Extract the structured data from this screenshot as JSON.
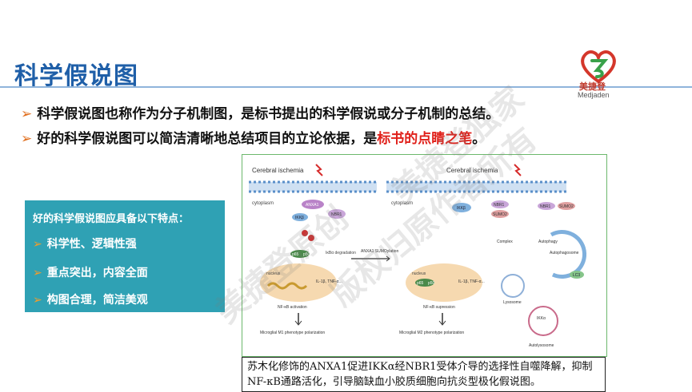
{
  "title": "科学假说图",
  "logo": {
    "name_cn": "美捷登",
    "name_en": "Medjaden"
  },
  "bullets": [
    {
      "text": "科学假说图也称作为分子机制图，是标书提出的科学假说或分子机制的总结。"
    },
    {
      "text_before": "好的科学假说图可以简洁清晰地总结项目的立论依据，是",
      "text_highlight": "标书的点睛之笔",
      "text_after": "。"
    }
  ],
  "panel": {
    "title": "好的科学假说图应具备以下特点：",
    "items": [
      "科学性、逻辑性强",
      "重点突出，内容全面",
      "构图合理，简洁美观"
    ]
  },
  "figure": {
    "left_title": "Cerebral ischemia",
    "right_title": "Cerebral ischemia",
    "cytoplasm": "cytoplasm",
    "nbr1": "NBR1",
    "ikkb": "IKKβ",
    "anxa1": "ANXA1",
    "sumo2": "SUMO2",
    "ikba_deg": "IκBα degradation",
    "p65": "p65",
    "p50": "p50",
    "nucleus": "nucleus",
    "il": "IL-1β, TNF-α...",
    "nfkb_act": "NF-κB activation",
    "nfkb_sup": "NF-κB supression",
    "m1": "Microglial M1 phenotype polarization",
    "m2": "Microglial M2 phenotype polarization",
    "anxa1_sumo": "ANXA1 SUMOylation",
    "complex": "Complex",
    "autophagy": "Autophagy",
    "autophagosome": "Autophagosome",
    "lc3": "LC3",
    "lysosome": "Lysosome",
    "ikka": "IKKα",
    "autolysosome": "Autolysosome"
  },
  "caption": "苏木化修饰的ANXA1促进IKKα经NBR1受体介导的选择性自噬降解，抑制NF-κB通路活化，引导脑缺血小胶质细胞向抗炎型极化假说图。",
  "watermark": [
    "美捷登原创",
    "版权归原作者所有",
    "美捷登独家"
  ]
}
